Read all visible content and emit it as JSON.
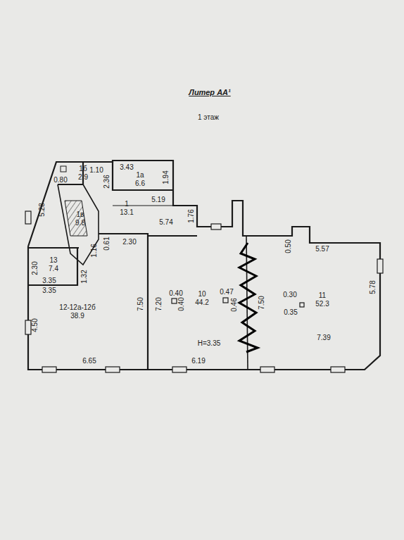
{
  "diagram": {
    "title": "Литер АА¹",
    "labels": [
      "1 этаж",
      "1б",
      "2.9",
      "1.10",
      "3.43",
      "1а",
      "6.6",
      "0.80",
      "2.36",
      "1.94",
      "5.28",
      "1",
      "13.1",
      "5.19",
      "1в",
      "9.8",
      "5.74",
      "1.76",
      "1.16",
      "0.61",
      "2.30",
      "0.50",
      "5.57",
      "13",
      "7.4",
      "2.30",
      "1.32",
      "3.35",
      "3.35",
      "0.40",
      "0.40",
      "10",
      "44.2",
      "0.47",
      "0.46",
      "7.50",
      "7.20",
      "7.50",
      "0.30",
      "0.35",
      "11",
      "52.3",
      "5.78",
      "12-12а-12б",
      "38.9",
      "4.50",
      "Н=3.35",
      "7.39",
      "6.65",
      "6.19"
    ]
  }
}
